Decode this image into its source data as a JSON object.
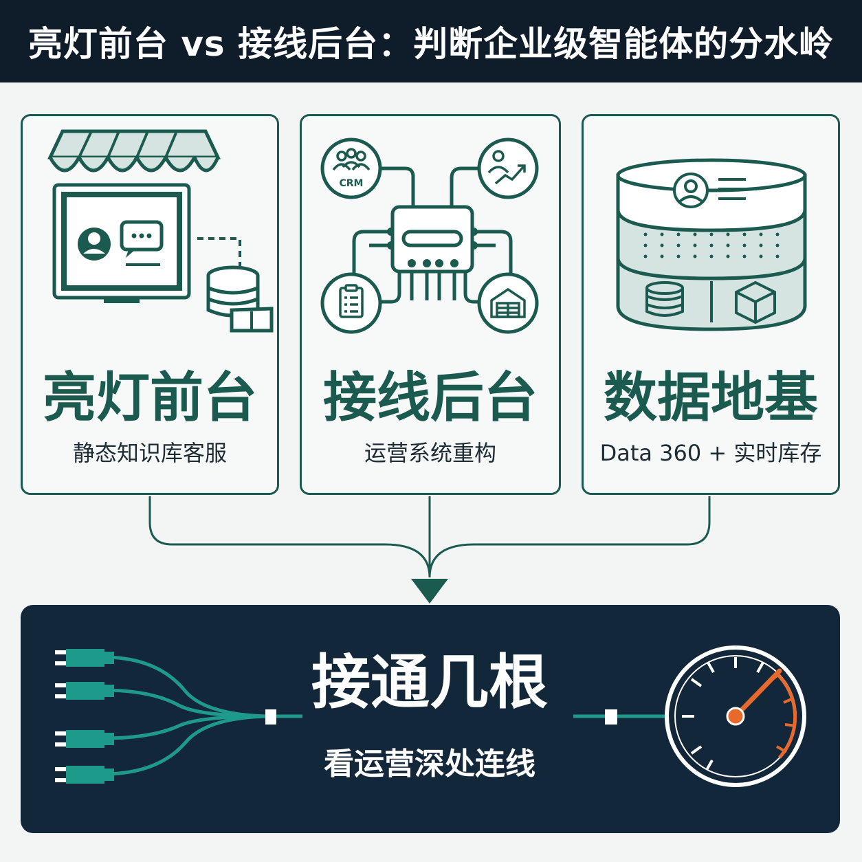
{
  "header": {
    "title": "亮灯前台 vs 接线后台：判断企业级智能体的分水岭"
  },
  "cards": [
    {
      "title": "亮灯前台",
      "subtitle": "静态知识库客服",
      "icon": "storefront-icon"
    },
    {
      "title": "接线后台",
      "subtitle": "运营系统重构",
      "icon": "hub-icon",
      "crm_label": "CRM"
    },
    {
      "title": "数据地基",
      "subtitle": "Data 360 + 实时库存",
      "icon": "database-stack-icon"
    }
  ],
  "bottom": {
    "title": "接通几根",
    "subtitle": "看运营深处连线"
  },
  "colors": {
    "dark_navy": "#13273a",
    "teal": "#1b5a4f",
    "accent_teal": "#1e9a8a",
    "orange": "#e8692c"
  }
}
